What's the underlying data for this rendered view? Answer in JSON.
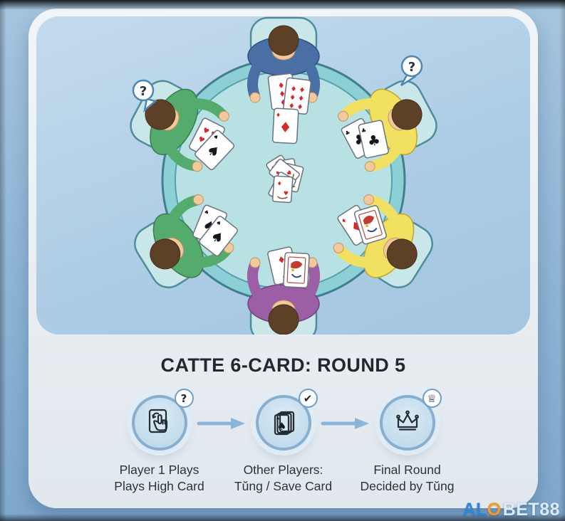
{
  "title": "CATTE 6-CARD: ROUND 5",
  "steps": [
    {
      "badge": "?",
      "line1": "Player 1 Plays",
      "line2": "Plays High Card"
    },
    {
      "badge": "✔",
      "line1": "Other Players:",
      "line2": "Tŭng / Save Card"
    },
    {
      "badge": "♕",
      "line1": "Final Round",
      "line2": "Decided by Tŭng"
    }
  ],
  "logo": {
    "letters": {
      "a": "A",
      "l": "L",
      "o": "O"
    },
    "suffix": "BET88"
  },
  "illustration": {
    "question_mark": "?",
    "suits": {
      "diamond": "♦",
      "heart": "♥",
      "spade": "♠",
      "club": "♣"
    },
    "players": [
      {
        "position": "top",
        "shirt_color": "#4a6fa5",
        "cards": "two diamond cards on table"
      },
      {
        "position": "upper-right",
        "shirt_color": "#f2e160",
        "cards": "two club cards",
        "bubble": "?"
      },
      {
        "position": "lower-right",
        "shirt_color": "#f2e160",
        "cards": "diamond card and face card"
      },
      {
        "position": "bottom",
        "shirt_color": "#9c5fa5",
        "cards": "diamond card and face card"
      },
      {
        "position": "lower-left",
        "shirt_color": "#55ab6e",
        "cards": "two spade cards"
      },
      {
        "position": "upper-left",
        "shirt_color": "#55ab6e",
        "cards": "heart card and spade card",
        "bubble": "?"
      }
    ],
    "center": {
      "single_card": "ace of diamonds",
      "pile": "discard pile of face cards"
    }
  },
  "colors": {
    "background": "#92b7d7",
    "panel": "#e9eef2",
    "table": "#b7e1e2",
    "accent_blue": "#88afd0",
    "logo_blue": "#2f86d8",
    "logo_orange": "#f09b30"
  }
}
